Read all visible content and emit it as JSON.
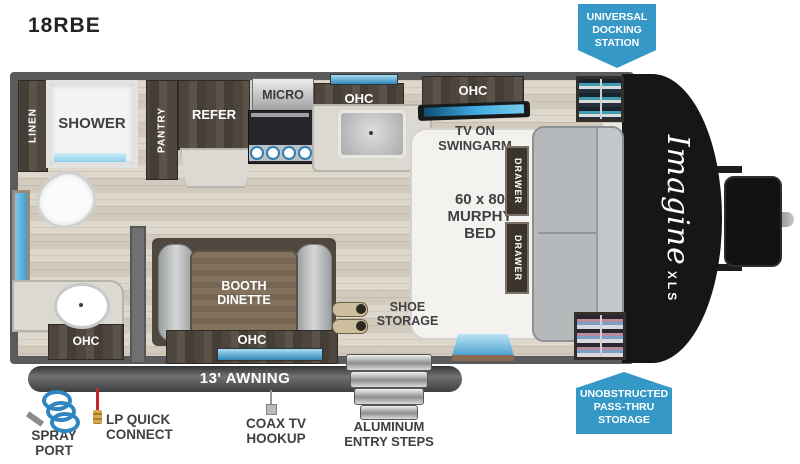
{
  "title": "18RBE",
  "badges": {
    "docking": "UNIVERSAL\nDOCKING\nSTATION",
    "passthru": "UNOBSTRUCTED\nPASS-THRU\nSTORAGE"
  },
  "rooms": {
    "linen": "LINEN",
    "shower": "SHOWER",
    "pantry": "PANTRY",
    "refer": "REFER",
    "micro": "MICRO",
    "ohc_kitchen": "OHC",
    "ohc_bed": "OHC",
    "ohc_dinette": "OHC",
    "ohc_bath": "OHC",
    "tv": "TV ON\nSWINGARM",
    "murphy": "60 x 80\nMURPHY\nBED",
    "drawer_top": "DRAWER",
    "drawer_bottom": "DRAWER",
    "dinette": "BOOTH\nDINETTE",
    "shoes": "SHOE\nSTORAGE"
  },
  "exterior": {
    "awning": "13' AWNING",
    "spray": "SPRAY\nPORT",
    "lp": "LP QUICK\nCONNECT",
    "coax": "COAX TV\nHOOKUP",
    "steps": "ALUMINUM\nENTRY STEPS"
  },
  "brand": {
    "name": "Imagine",
    "sub": "XLS"
  },
  "colors": {
    "badge_blue": "#3598c6",
    "accent_blue": "#4aa0cf",
    "wall": "#5a5b5d",
    "cap": "#161616"
  }
}
